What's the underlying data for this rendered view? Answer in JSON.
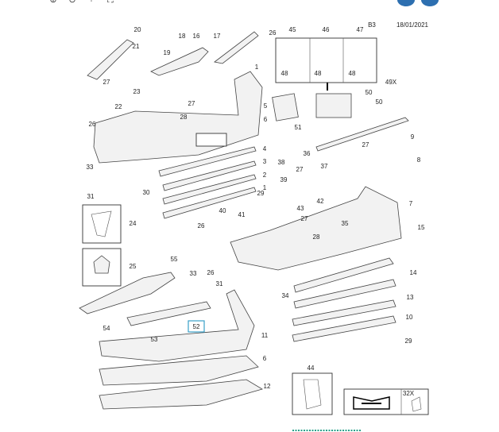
{
  "toolbar": {
    "icons": [
      "zoom-in-icon",
      "zoom-out-icon",
      "fit-icon",
      "fullscreen-icon"
    ]
  },
  "pager": {
    "prev_icon": "chevron-left-icon",
    "next_icon": "chevron-right-icon"
  },
  "diagram": {
    "code": "B3",
    "date": "18/01/2021",
    "highlighted_label": "52",
    "highlight_color": "#3aa0c8",
    "callouts": [
      "20",
      "21",
      "27",
      "18",
      "16",
      "17",
      "26",
      "19",
      "1",
      "23",
      "22",
      "27",
      "28",
      "5",
      "6",
      "26",
      "33",
      "31",
      "30",
      "4",
      "3",
      "2",
      "1",
      "29",
      "40",
      "41",
      "26",
      "33",
      "26",
      "31",
      "55",
      "54",
      "53",
      "11",
      "6",
      "12",
      "45",
      "46",
      "47",
      "48",
      "48",
      "48",
      "49X",
      "50",
      "50",
      "51",
      "9",
      "8",
      "36",
      "37",
      "38",
      "27",
      "27",
      "39",
      "43",
      "42",
      "27",
      "28",
      "35",
      "7",
      "15",
      "14",
      "13",
      "10",
      "29",
      "34",
      "24",
      "25",
      "44",
      "32X"
    ]
  }
}
